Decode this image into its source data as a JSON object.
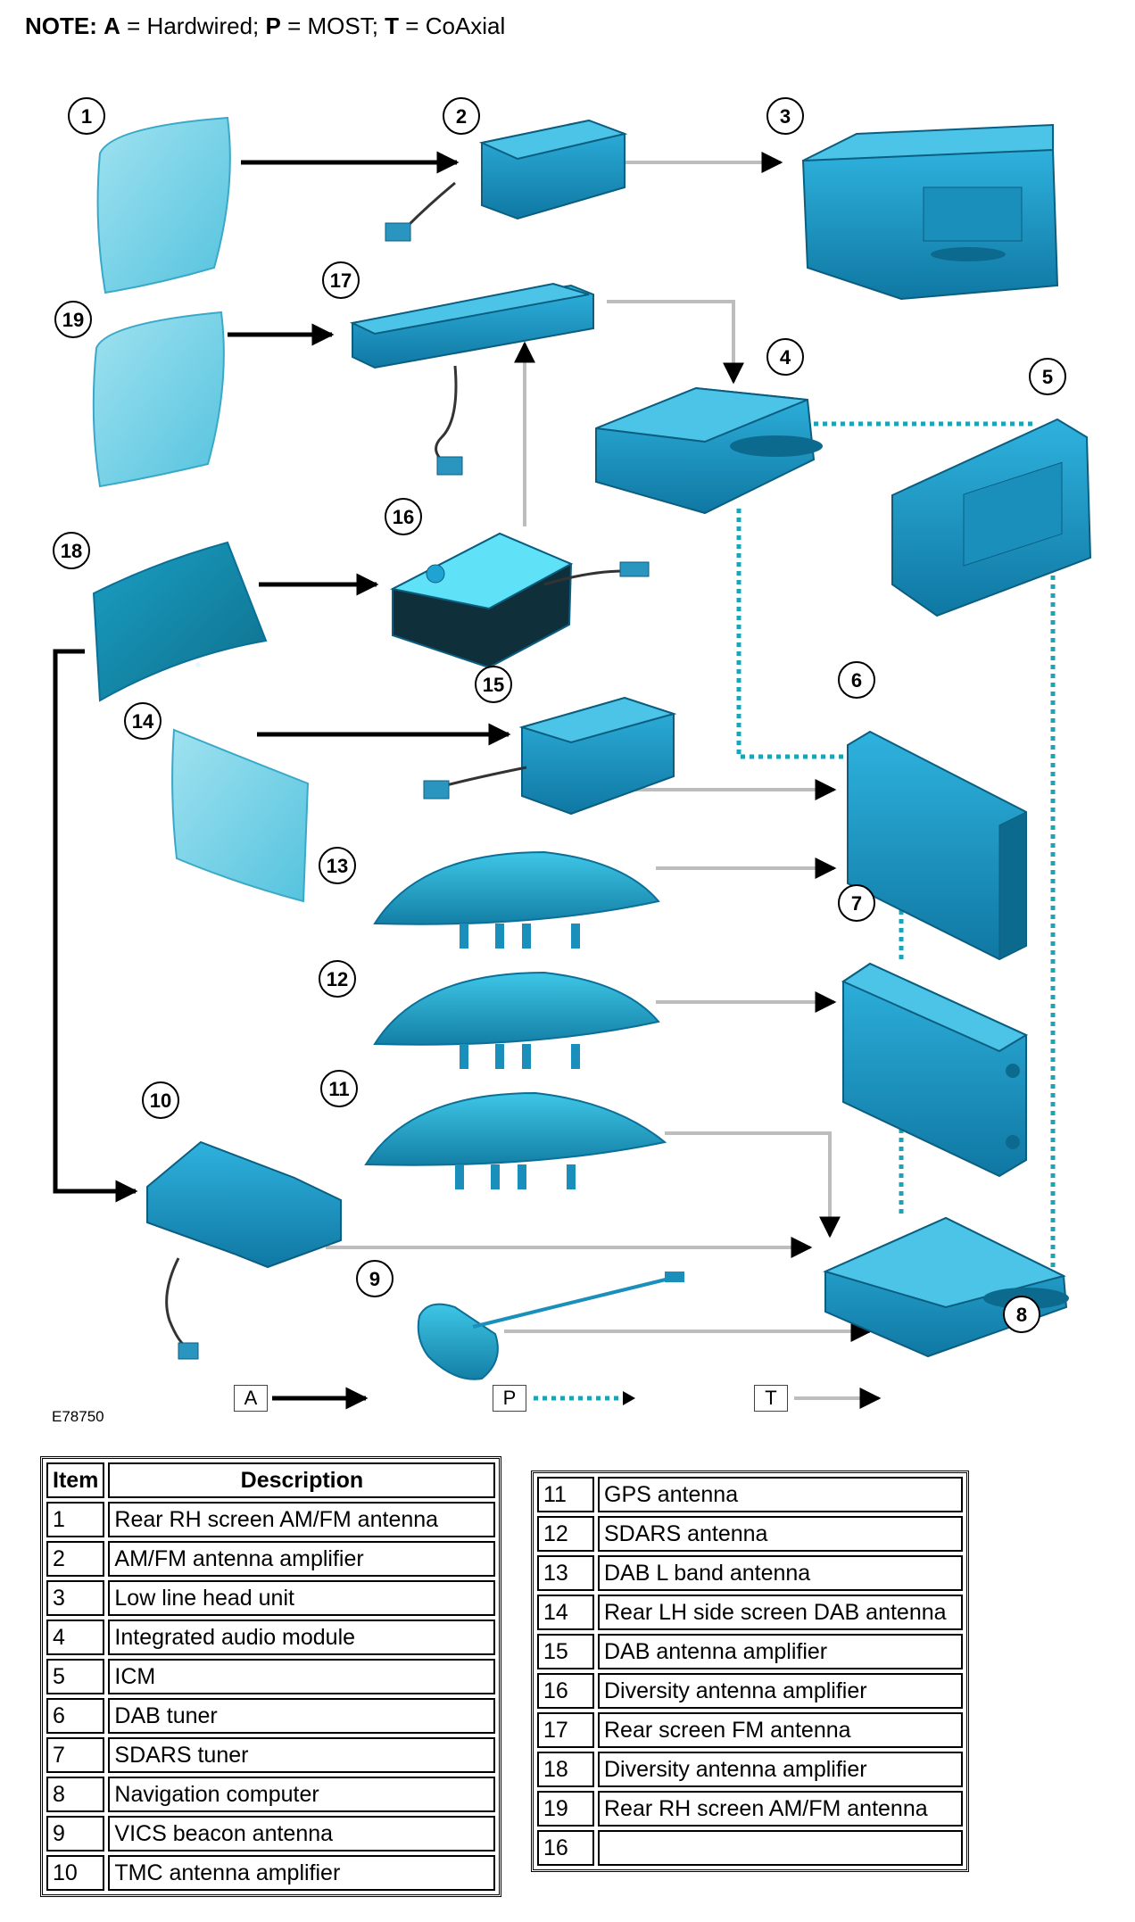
{
  "note": {
    "label": "NOTE:",
    "a_key": "A",
    "a_text": "= Hardwired;",
    "p_key": "P",
    "p_text": "= MOST;",
    "t_key": "T",
    "t_text": "= CoAxial"
  },
  "figure_code": "E78750",
  "legend": {
    "a": "A",
    "p": "P",
    "t": "T"
  },
  "callouts": [
    "1",
    "2",
    "3",
    "4",
    "5",
    "6",
    "7",
    "8",
    "9",
    "10",
    "11",
    "12",
    "13",
    "14",
    "15",
    "16",
    "17",
    "18",
    "19"
  ],
  "colors": {
    "component": "#1fa3d4",
    "component_dark": "#0b6f98",
    "glass": "#7fd6ea",
    "most": "#1aa4b8",
    "coax": "#bdbdbd",
    "hardwire": "#000000"
  },
  "table_left": {
    "header_item": "Item",
    "header_desc": "Description",
    "rows": [
      {
        "item": "1",
        "desc": "Rear RH screen AM/FM antenna"
      },
      {
        "item": "2",
        "desc": "AM/FM antenna amplifier"
      },
      {
        "item": "3",
        "desc": "Low line head unit"
      },
      {
        "item": "4",
        "desc": "Integrated audio module"
      },
      {
        "item": "5",
        "desc": "ICM"
      },
      {
        "item": "6",
        "desc": "DAB tuner"
      },
      {
        "item": "7",
        "desc": "SDARS tuner"
      },
      {
        "item": "8",
        "desc": "Navigation computer"
      },
      {
        "item": "9",
        "desc": "VICS beacon antenna"
      },
      {
        "item": "10",
        "desc": "TMC antenna amplifier"
      }
    ]
  },
  "table_right": {
    "rows": [
      {
        "item": "11",
        "desc": "GPS antenna"
      },
      {
        "item": "12",
        "desc": "SDARS antenna"
      },
      {
        "item": "13",
        "desc": "DAB L band antenna"
      },
      {
        "item": "14",
        "desc": "Rear LH side screen DAB antenna"
      },
      {
        "item": "15",
        "desc": "DAB antenna amplifier"
      },
      {
        "item": "16",
        "desc": "Diversity antenna amplifier"
      },
      {
        "item": "17",
        "desc": "Rear screen FM antenna"
      },
      {
        "item": "18",
        "desc": "Diversity antenna amplifier"
      },
      {
        "item": "19",
        "desc": "Rear RH screen AM/FM antenna"
      },
      {
        "item": "16",
        "desc": ""
      }
    ]
  }
}
